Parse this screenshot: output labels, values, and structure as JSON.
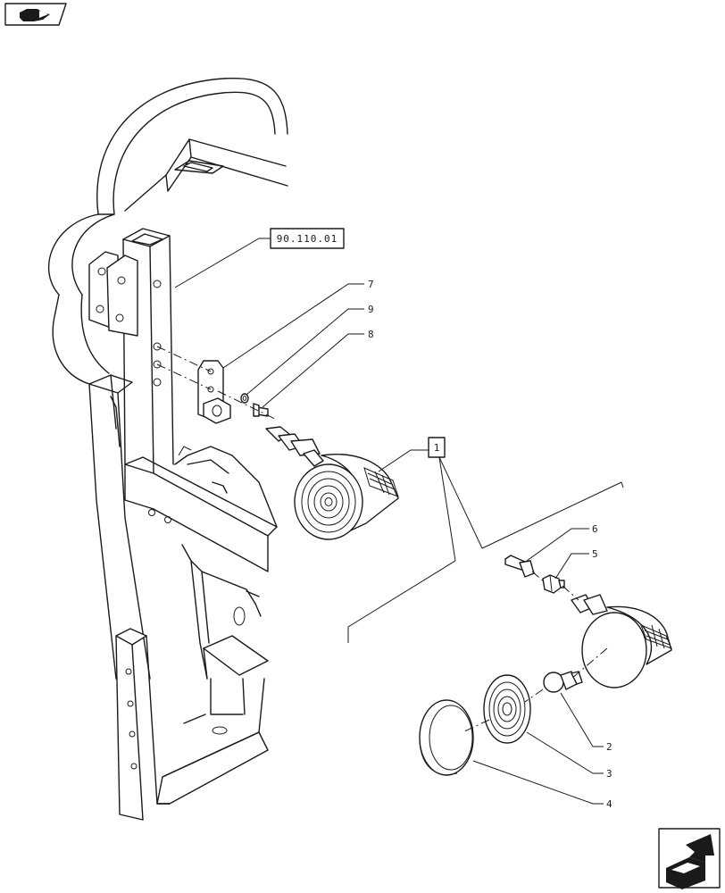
{
  "reference_box": {
    "label": "90.110.01"
  },
  "assembly_box": {
    "label": "1"
  },
  "callouts": [
    {
      "id": "7",
      "label": "7"
    },
    {
      "id": "9",
      "label": "9"
    },
    {
      "id": "8",
      "label": "8"
    },
    {
      "id": "6",
      "label": "6"
    },
    {
      "id": "5",
      "label": "5"
    },
    {
      "id": "2",
      "label": "2"
    },
    {
      "id": "3",
      "label": "3"
    },
    {
      "id": "4",
      "label": "4"
    }
  ],
  "icons": {
    "top_left": "previous-page-icon",
    "bottom_right": "next-page-icon"
  }
}
